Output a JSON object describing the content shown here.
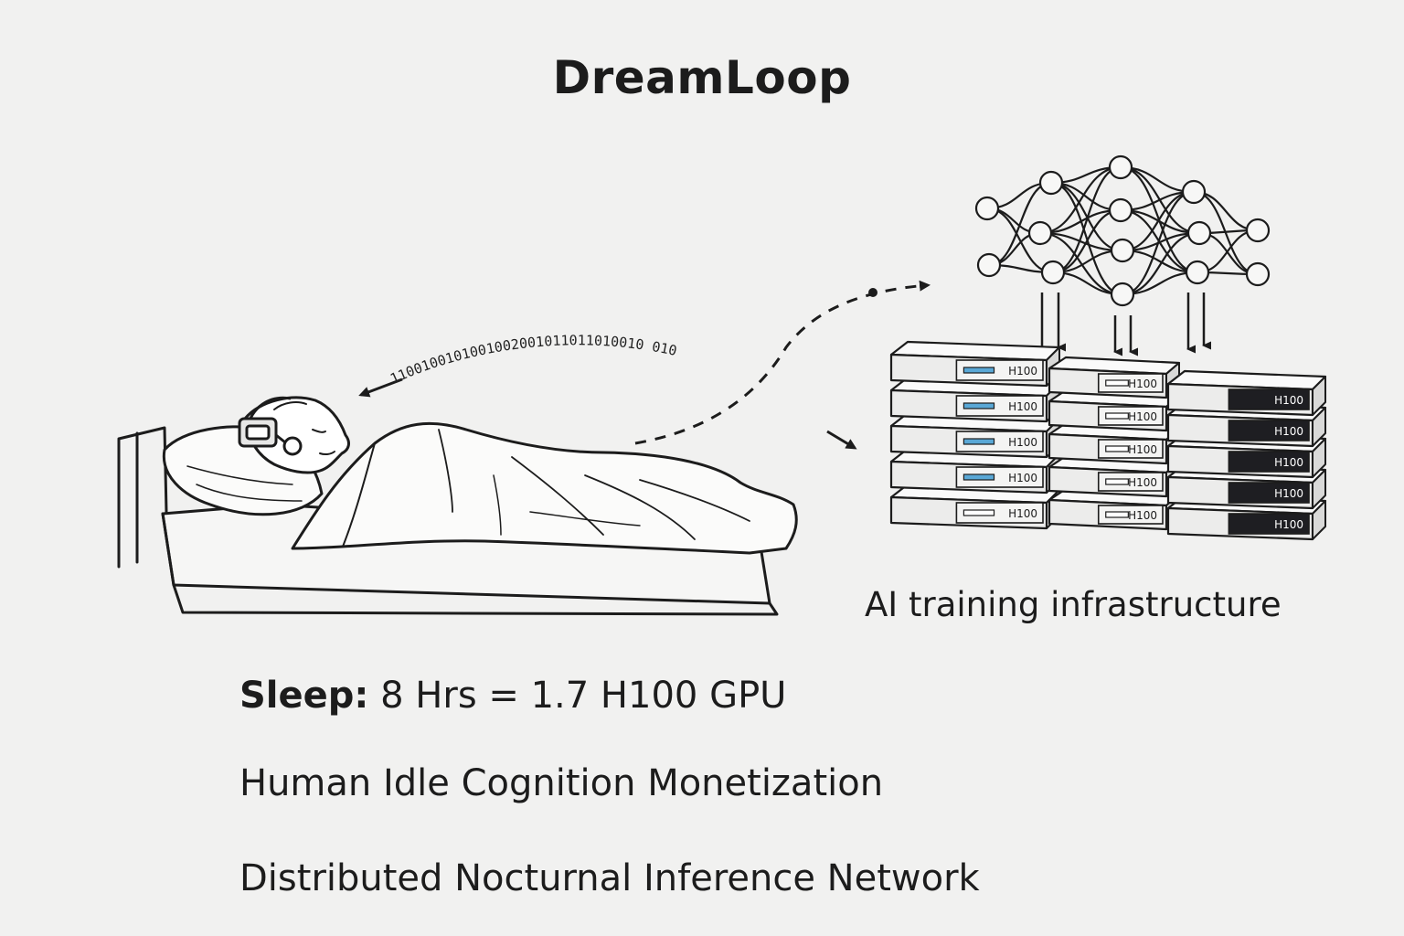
{
  "title": "DreamLoop",
  "binary_stream": "1100100101001002001011011010010 010",
  "server_label": "H100",
  "infrastructure_label": "AI training infrastructure",
  "stats": {
    "sleep_label": "Sleep:",
    "sleep_value": "8 Hrs = 1.7 H100 GPU",
    "line_2": "Human Idle Cognition Monetization",
    "line_3": "Distributed Nocturnal Inference Network"
  },
  "colors": {
    "background": "#f1f1f0",
    "ink": "#1c1c1c",
    "server_led": "#5aa8d6",
    "dark_server": "#1e1e22"
  },
  "icons": [
    "sleeping-person-illustration",
    "headset-icon",
    "neural-network-icon",
    "gpu-server-rack-icon"
  ]
}
